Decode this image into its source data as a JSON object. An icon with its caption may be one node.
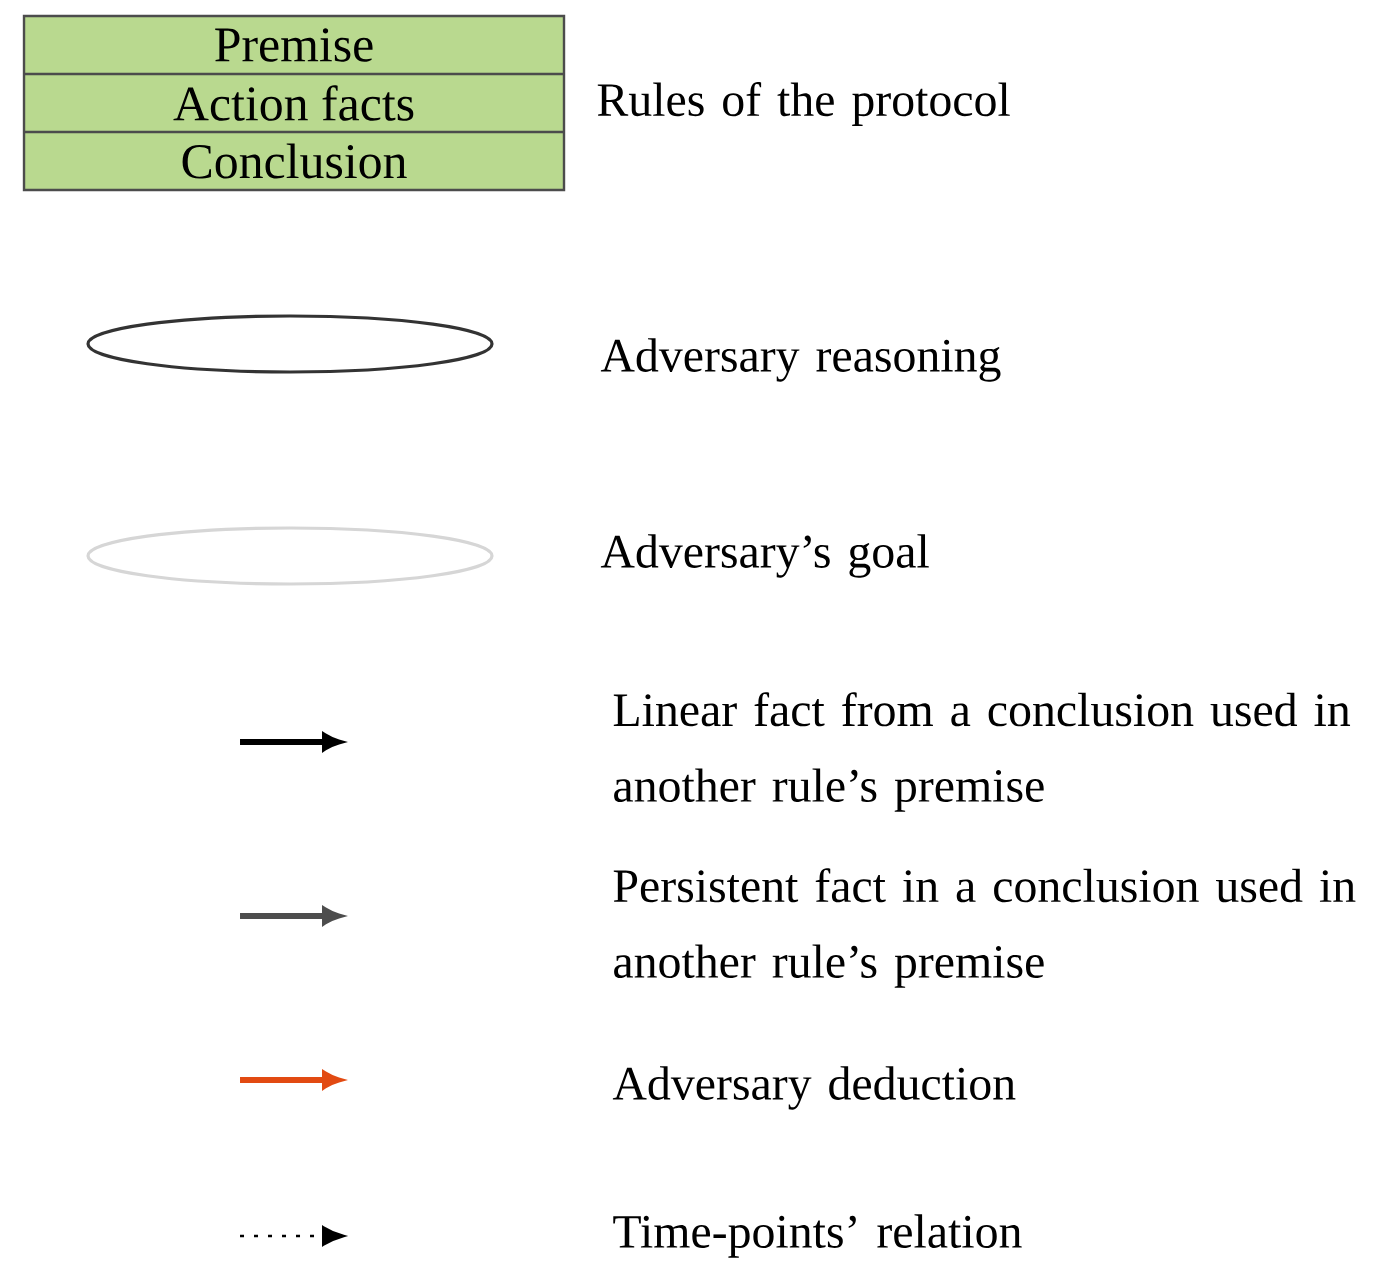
{
  "diagram": {
    "nodes": [
      {
        "text": [
          "Premise",
          "Action facts",
          "Conclusion"
        ]
      },
      {
        "text": [],
        "shape": "ellipse"
      },
      {
        "text": [],
        "shape": "ellipse"
      }
    ],
    "legend": [
      {
        "text": "Rules of the protocol"
      },
      {
        "text": "Adversary reasoning"
      },
      {
        "text": "Adversary’s goal"
      },
      {
        "text": "Linear fact from a conclusion used in another rule’s premise"
      },
      {
        "text": "Persistent fact in a conclusion used in another rule’s premise"
      },
      {
        "text": "Adversary deduction"
      },
      {
        "text": "Time-points’ relation"
      }
    ]
  }
}
